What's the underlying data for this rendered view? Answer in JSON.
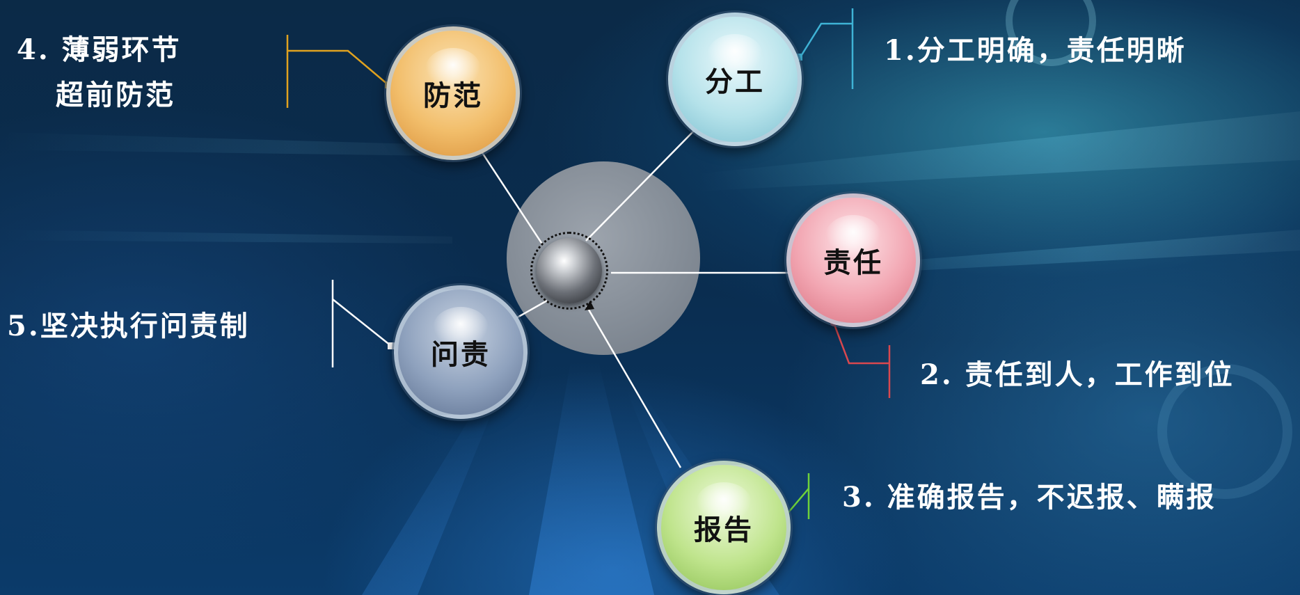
{
  "center": {
    "label": ""
  },
  "nodes": [
    {
      "id": "fengong",
      "label": "分工",
      "color": "#b5e2ea",
      "note": "1.分工明确，责任明晰"
    },
    {
      "id": "zeren",
      "label": "责任",
      "color": "#f2a6b2",
      "note": "2. 责任到人，工作到位"
    },
    {
      "id": "baogao",
      "label": "报告",
      "color": "#bfe48c",
      "note": "3.  准确报告，不迟报、瞒报"
    },
    {
      "id": "fanfan",
      "label": "防范",
      "color": "#f2be6b",
      "note_lines": [
        "4. 薄弱环节",
        "超前防范"
      ]
    },
    {
      "id": "wenze",
      "label": "问责",
      "color": "#8ea1bd",
      "note": "5.坚决执行问责制"
    }
  ],
  "accent_colors": {
    "fengong": "#3fb3d6",
    "zeren": "#d9484f",
    "baogao": "#6fd13a",
    "fanfan": "#e1a21f",
    "wenze": "#ffffff"
  }
}
